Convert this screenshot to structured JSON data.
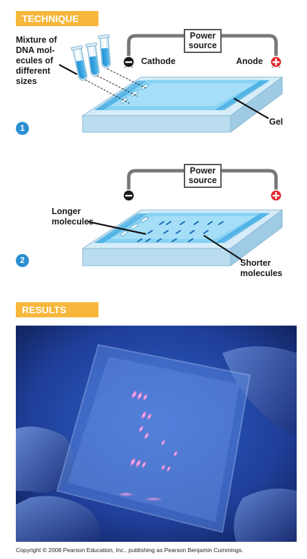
{
  "sections": {
    "technique": "TECHNIQUE",
    "results": "RESULTS"
  },
  "step1": {
    "number": "1",
    "power_source": [
      "Power",
      "source"
    ],
    "cathode": "Cathode",
    "anode": "Anode",
    "mixture": [
      "Mixture of",
      "DNA mol-",
      "ecules of",
      "different",
      "sizes"
    ],
    "gel": "Gel"
  },
  "step2": {
    "number": "2",
    "power_source": [
      "Power",
      "source"
    ],
    "longer": [
      "Longer",
      "molecules"
    ],
    "shorter": [
      "Shorter",
      "molecules"
    ]
  },
  "colors": {
    "section_tag": "#f6b73c",
    "gel_blue": "#6cc6ef",
    "tray_blue": "#bfe2f4",
    "cathode": "#1a1a1a",
    "anode": "#e0282e",
    "step_circle": "#2b8fd2"
  },
  "copyright": "Copyright © 2008 Pearson Education, Inc., publishing as Pearson Benjamin Cummings."
}
